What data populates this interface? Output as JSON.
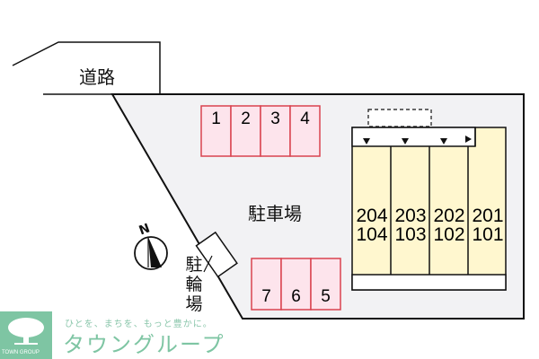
{
  "labels": {
    "road": "道路",
    "parking_lot": "駐車場",
    "bicycle_parking": "駐輪場",
    "north": "N"
  },
  "parking_spaces_top": [
    "1",
    "2",
    "3",
    "4"
  ],
  "parking_spaces_bottom": [
    "7",
    "6",
    "5"
  ],
  "units": [
    {
      "upper": "204",
      "lower": "104"
    },
    {
      "upper": "203",
      "lower": "103"
    },
    {
      "upper": "202",
      "lower": "102"
    },
    {
      "upper": "201",
      "lower": "101"
    }
  ],
  "logo": {
    "company_en": "TOWN GROUP",
    "slogan": "ひとを、まちを、もっと豊かに。",
    "brand": "タウングループ"
  },
  "colors": {
    "lot_fill": "#f2f2f4",
    "space_fill": "#fde4ec",
    "space_stroke": "#d9434f",
    "building_fill": "#fff7cf",
    "logo_green": "#7ec5a3"
  }
}
